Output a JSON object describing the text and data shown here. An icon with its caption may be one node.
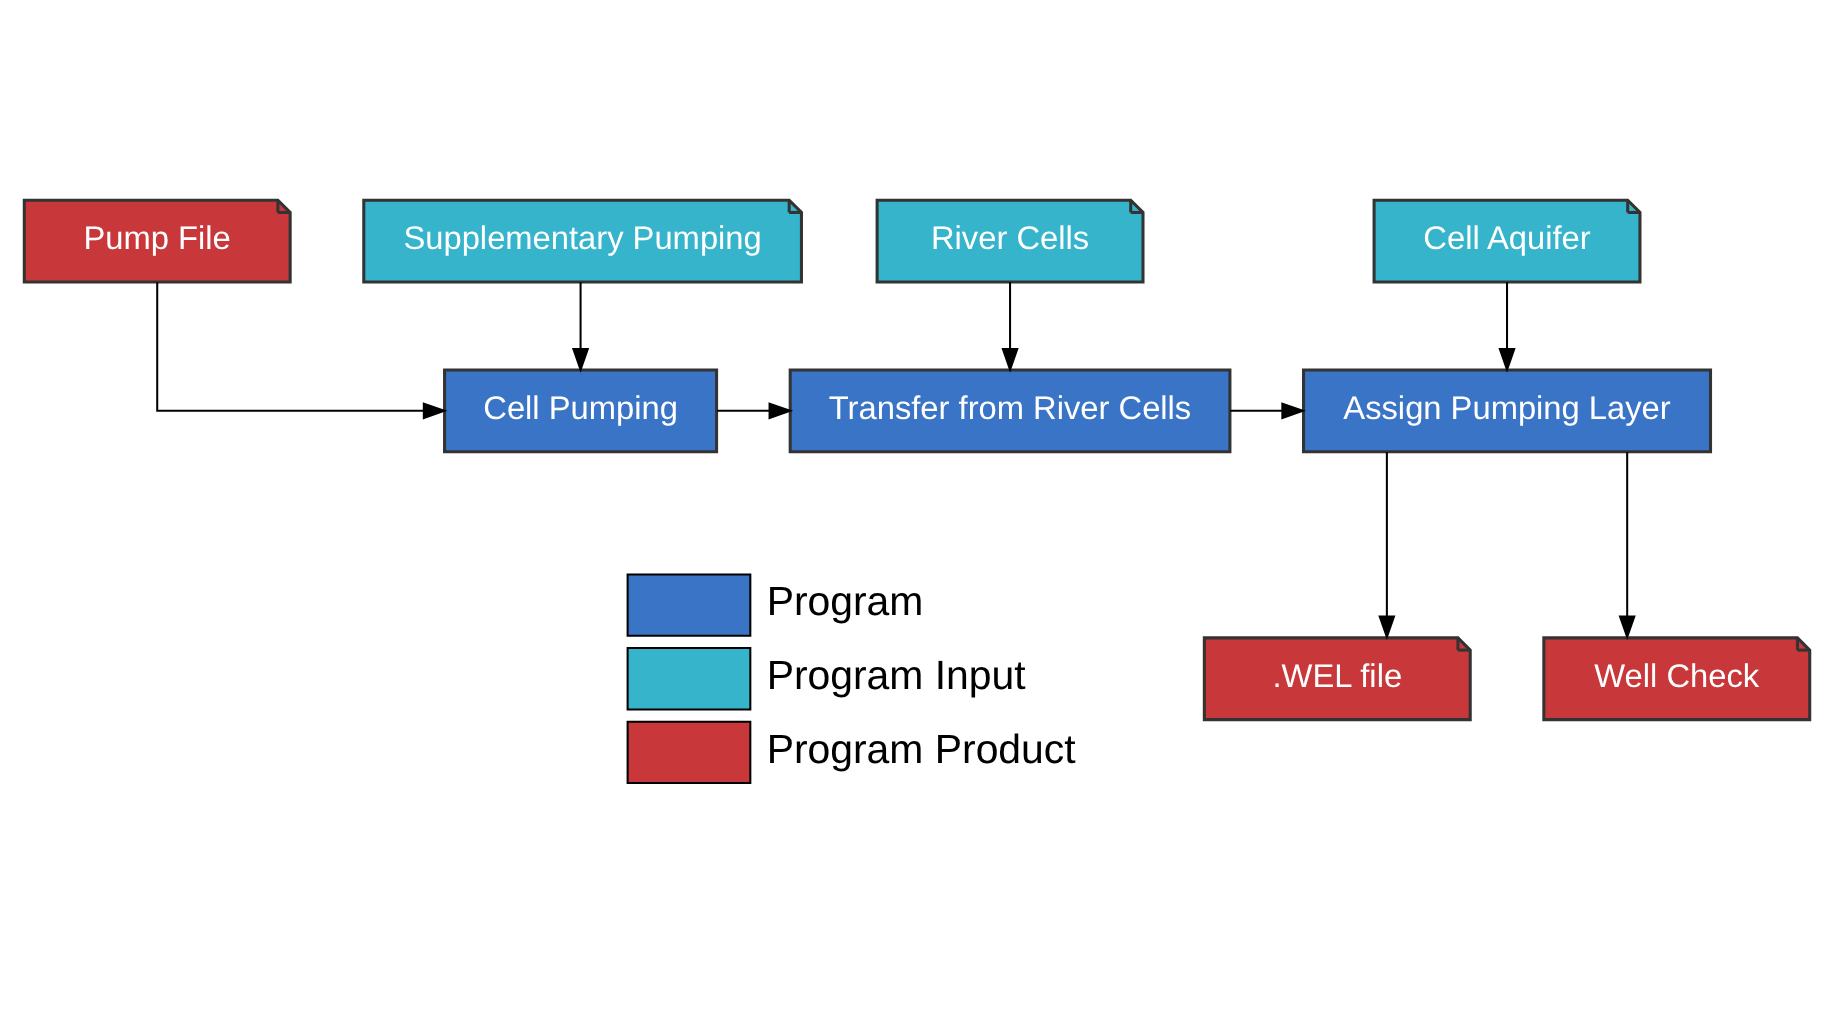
{
  "diagram": {
    "nodes": [
      {
        "text": [
          "Pump File"
        ]
      },
      {
        "text": [
          "Supplementary Pumping"
        ]
      },
      {
        "text": [
          "River Cells"
        ]
      },
      {
        "text": [
          "Cell Aquifer"
        ]
      },
      {
        "text": [
          "Cell Pumping"
        ]
      },
      {
        "text": [
          "Transfer from River Cells"
        ]
      },
      {
        "text": [
          "Assign Pumping Layer"
        ]
      },
      {
        "text": [
          ".WEL file"
        ]
      },
      {
        "text": [
          "Well Check"
        ]
      }
    ],
    "edges": [
      {
        "from": 0,
        "to": 4,
        "arrow": "to"
      },
      {
        "from": 1,
        "to": 4,
        "arrow": "to"
      },
      {
        "from": 2,
        "to": 5,
        "arrow": "to"
      },
      {
        "from": 3,
        "to": 6,
        "arrow": "to"
      },
      {
        "from": 4,
        "to": 5,
        "arrow": "to"
      },
      {
        "from": 5,
        "to": 6,
        "arrow": "to"
      },
      {
        "from": 6,
        "to": 7,
        "arrow": "to"
      },
      {
        "from": 6,
        "to": 8,
        "arrow": "to"
      }
    ],
    "legend": [
      {
        "text": "Program",
        "color": "#3a74c6"
      },
      {
        "text": "Program Input",
        "color": "#36b4cc"
      },
      {
        "text": "Program Product",
        "color": "#c8383a"
      }
    ]
  }
}
